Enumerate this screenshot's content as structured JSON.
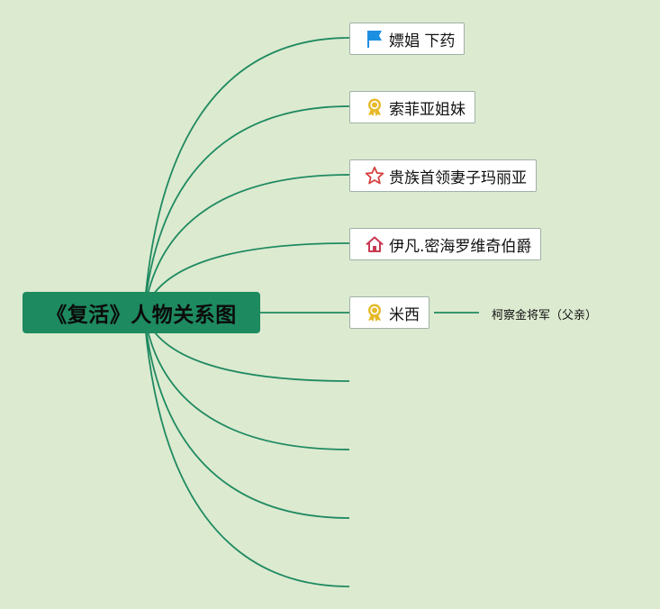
{
  "root": {
    "title": "《复活》人物关系图"
  },
  "branches": [
    {
      "label": "嫖娼 下药",
      "icon": "flag-icon"
    },
    {
      "label": "索菲亚姐妹",
      "icon": "award-ribbon-icon"
    },
    {
      "label": "贵族首领妻子玛丽亚",
      "icon": "star-icon"
    },
    {
      "label": "伊凡.密海罗维奇伯爵",
      "icon": "house-icon"
    },
    {
      "label": "米西",
      "icon": "award-ribbon-icon",
      "child": "柯察金将军（父亲）"
    }
  ],
  "colors": {
    "background": "#dcead0",
    "root_fill": "#1e8a60",
    "connector": "#1f8a60",
    "node_border": "#9fb2a6",
    "flag": "#1c8fe0",
    "award": "#e7b92a",
    "star": "#d64040",
    "house": "#c83a52"
  }
}
